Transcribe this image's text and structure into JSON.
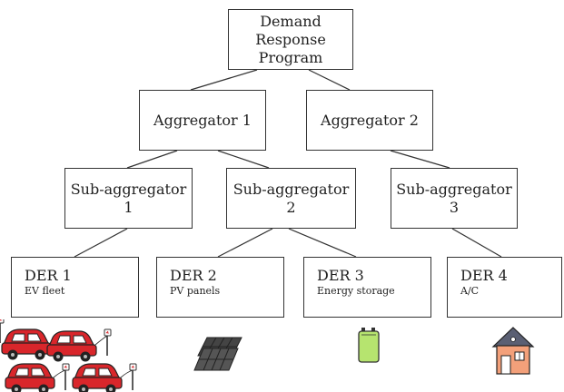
{
  "nodes": {
    "dr_program": {
      "label": "Demand\nResponse\nProgram"
    },
    "aggregator_1": {
      "label": "Aggregator 1"
    },
    "aggregator_2": {
      "label": "Aggregator 2"
    },
    "sub_aggregator_1": {
      "label": "Sub-aggregator 1"
    },
    "sub_aggregator_2": {
      "label": "Sub-aggregator 2"
    },
    "sub_aggregator_3": {
      "label": "Sub-aggregator 3"
    },
    "der_1": {
      "label": "DER 1",
      "sublabel": "EV fleet"
    },
    "der_2": {
      "label": "DER 2",
      "sublabel": "PV panels"
    },
    "der_3": {
      "label": "DER 3",
      "sublabel": "Energy storage"
    },
    "der_4": {
      "label": "DER 4",
      "sublabel": "A/C"
    }
  },
  "icons": [
    "ev-car-charging-icon",
    "solar-panel-icon",
    "battery-icon",
    "house-icon"
  ],
  "colors": {
    "car": "#d9262b",
    "battery": "#b6e46f",
    "roof": "#5a5f73",
    "house": "#f3a07a",
    "panel": "#444444"
  }
}
